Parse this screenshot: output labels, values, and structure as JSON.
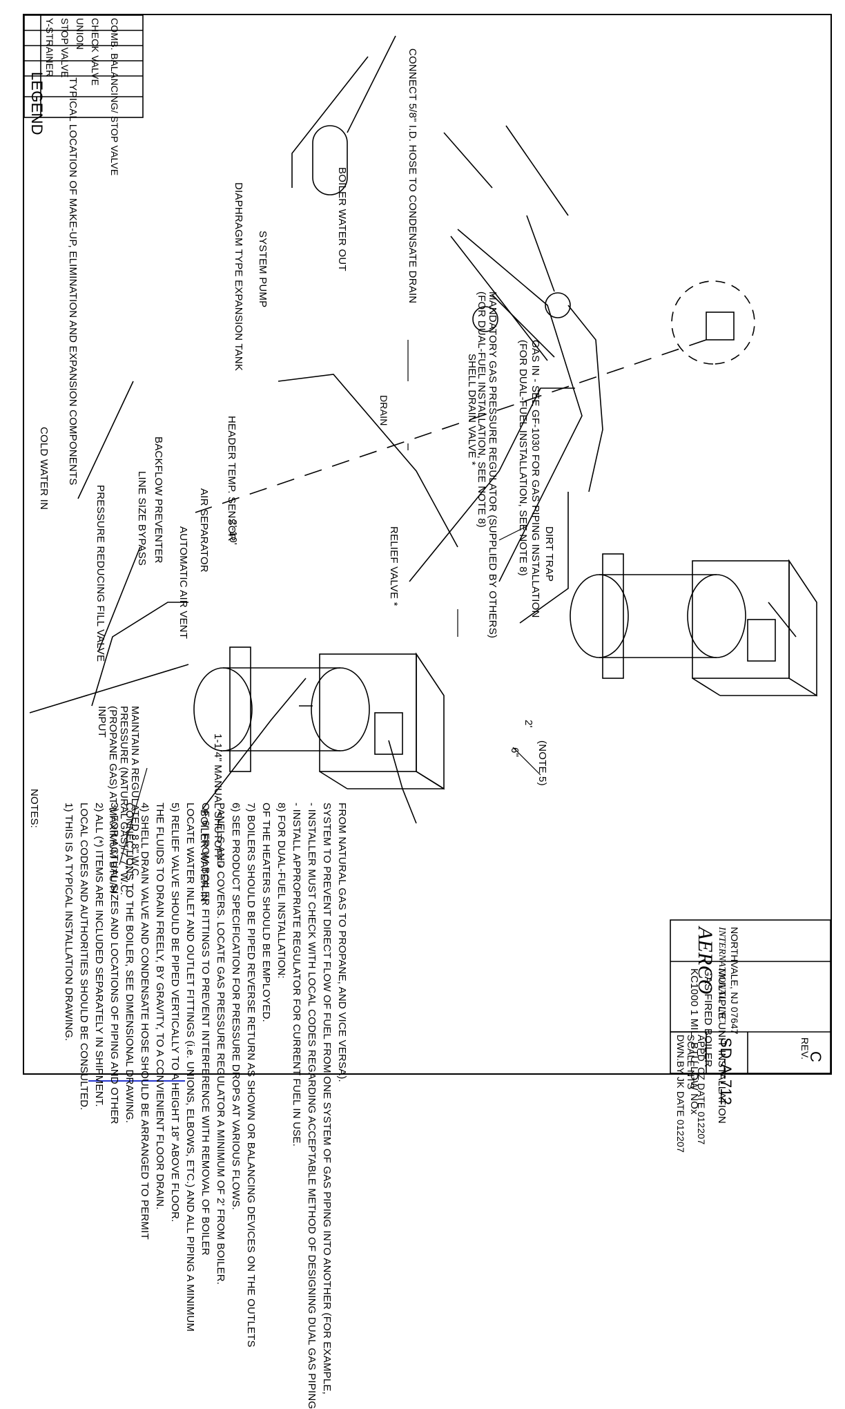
{
  "drawing": {
    "legend": {
      "title": "LEGEND",
      "items": [
        {
          "symbol": "y-strainer-icon",
          "label": "Y-STRAINER"
        },
        {
          "symbol": "stop-valve-icon",
          "label": "STOP VALVE"
        },
        {
          "symbol": "union-icon",
          "label": "UNION"
        },
        {
          "symbol": "check-valve-icon",
          "label": "CHECK VALVE"
        },
        {
          "symbol": "balancing-valve-icon",
          "label": "COMB. BALANCING/ STOP VALVE"
        }
      ]
    },
    "labels": {
      "typical_location": "TYPICAL LOCATION OF MAKE-UP, ELIMINATION AND EXPANSION COMPONENTS",
      "cold_water_in": "COLD WATER IN",
      "pressure_reducing": "PRESSURE REDUCING FILL VALVE",
      "line_size_bypass": "LINE SIZE BYPASS",
      "backflow_preventer": "BACKFLOW PREVENTER",
      "diaphragm_tank": "DIAPHRAGM TYPE EXPANSION TANK",
      "system_pump": "SYSTEM PUMP",
      "boiler_water_out": "BOILER WATER OUT",
      "connect_hose": "CONNECT 5/8\" I.D. HOSE TO CONDENSATE DRAIN",
      "shell_drain_valve": "SHELL DRAIN VALVE *",
      "mandatory_gas_regulator_1": "MANDATORY GAS PRESSURE REGULATOR (SUPPLIED BY OTHERS)",
      "mandatory_gas_regulator_2": "(FOR DUAL-FUEL INSTALLATION, SEE NOTE 8)",
      "gas_in_1": "GAS IN - SEE GF-1030 FOR GAS PIPING INSTALLATION",
      "gas_in_2": "(FOR DUAL-FUEL INSTALLATION, SEE NOTE 8)",
      "dirt_trap": "DIRT TRAP",
      "relief_valve": "RELIEF VALVE *",
      "automatic_air_vent": "AUTOMATIC AIR VENT",
      "air_separator": "AIR SEPARATOR",
      "header_temp_sensor": "HEADER TEMP. SENSOR",
      "dimension_2_10": "2'-10'",
      "drain": "DRAIN",
      "dim_6in": "6\"",
      "dim_2ft": "2'",
      "note_5": "(NOTE 5)",
      "boiler_water_in": "BOILER WATER IN",
      "maintain_pressure": "MAINTAIN A REGULATED 8.8\" W.C. PRESSURE (NATURAL GAS)/7.7\" W.C. (PROPANE GAS) AT MAXIMUM BTU/H INPUT",
      "manual_shutoff": "1-1/4\" MANUAL SHUTOFF *"
    },
    "notes_title": "NOTES:",
    "notes": [
      "1)  THIS IS A TYPICAL INSTALLATION DRAWING.",
      "     LOCAL CODES AND AUTHORITIES SHOULD BE CONSULTED.",
      "2)  ALL (*) ITEMS ARE INCLUDED SEPARATELY IN SHIPMENT.",
      "3)  FOR ACTUAL SIZES AND LOCATIONS OF PIPING AND OTHER",
      "     CONNECTIONS TO THE BOILER, SEE DIMENSIONAL DRAWING.",
      "4)  SHELL DRAIN VALVE AND CONDENSATE HOSE SHOULD BE ARRANGED TO PERMIT",
      "     THE FLUIDS TO DRAIN FREELY, BY GRAVITY, TO A CONVIENIENT FLOOR DRAIN.",
      "5)  RELIEF VALVE SHOULD BE PIPED VERTICALLY TO A HEIGHT 18\" ABOVE FLOOR.",
      "     LOCATE WATER INLET AND OUTLET FITTINGS (i.e. UNIONS, ELBOWS, ETC.) AND ALL PIPING A MINIMUM",
      "     OF 6\" FROM BOILER FITTINGS TO PREVENT INTERFERENCE WITH REMOVAL OF BOILER",
      "     PANELS AND COVERS.  LOCATE GAS PRESSURE REGULATOR A MINIMUM OF 2' FROM BOILER.",
      "6)  SEE PRODUCT SPECIFICATION FOR PRESSURE DROPS AT VARIOUS FLOWS.",
      "7)  BOILERS SHOULD BE PIPED REVERSE RETURN AS SHOWN OR BALANCING DEVICES ON THE OUTLETS",
      "     OF THE HEATERS SHOULD BE EMPLOYED.",
      "8)  FOR DUAL-FUEL INSTALLATION:",
      "     - INSTALL APPROPRIATE REGULATOR FOR CURRENT FUEL IN USE.",
      "     - INSTALLER MUST CHECK WITH LOCAL CODES REGARDING ACCEPTABLE METHOD OF DESIGNING DUAL GAS PIPING",
      "       SYSTEM TO PREVENT DIRECT FLOW OF FUEL FROM ONE SYSTEM OF GAS PIPING  INTO ANOTHER (FOR EXAMPLE,",
      "       FROM NATURAL GAS TO PROPANE, AND VICE VERSA)."
    ],
    "title_block": {
      "company": "AERCO",
      "company_sub": "INTERNATIONAL, INC.",
      "address": "NORTHVALE, NJ    07647",
      "title_1": "KC1000 1 MIL. BTU LOW NOx",
      "title_2": "GAS FIRED BOILER",
      "title_3": "MULTIPLE UNIT INSTALLATION",
      "dwn_by": "DWN.BY  JK    DATE 012207",
      "scale": "SCALE   NTS",
      "appd": "APPD.   CZ    DATE 012207",
      "drawing_number": "SD-A-712",
      "rev_label": "REV.",
      "rev": "C"
    }
  }
}
